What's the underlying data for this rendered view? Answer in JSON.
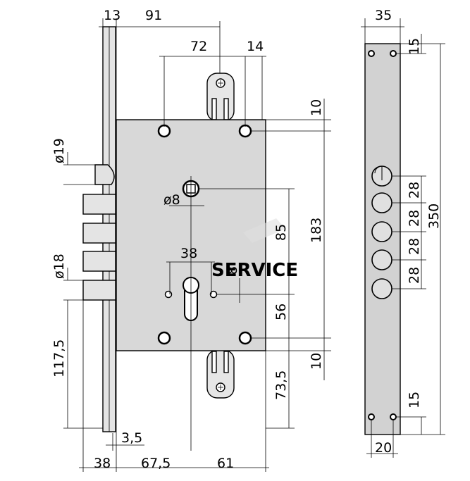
{
  "drawing": {
    "watermark": "SERVICE",
    "colors": {
      "body_fill": "#d8d8d8",
      "line": "#000000",
      "faceplate_fill": "#d2d2d2"
    },
    "dimensions": {
      "frame_offset": "13",
      "top_width": "91",
      "hole_spacing": "72",
      "hole_edge": "14",
      "hole_top_offset": "10",
      "hole_bottom_offset": "10",
      "latch_diameter": "ø19",
      "spindle_diameter": "ø8",
      "backset_span": "183",
      "spindle_to_cylinder": "85",
      "cylinder_width": "38",
      "cylinder_hole": "8",
      "cylinder_to_hole": "56",
      "bolt_diameter": "ø18",
      "bolt_height": "117,5",
      "bottom_offset": "73,5",
      "inner_offset": "3,5",
      "bolt_throw": "38",
      "backset": "67,5",
      "bottom_right": "61",
      "faceplate_width": "35",
      "faceplate_top": "15",
      "faceplate_bottom": "15",
      "faceplate_length": "350",
      "bolt_pitch": [
        "28",
        "28",
        "28",
        "28"
      ],
      "faceplate_hole_spacing": "20"
    }
  }
}
